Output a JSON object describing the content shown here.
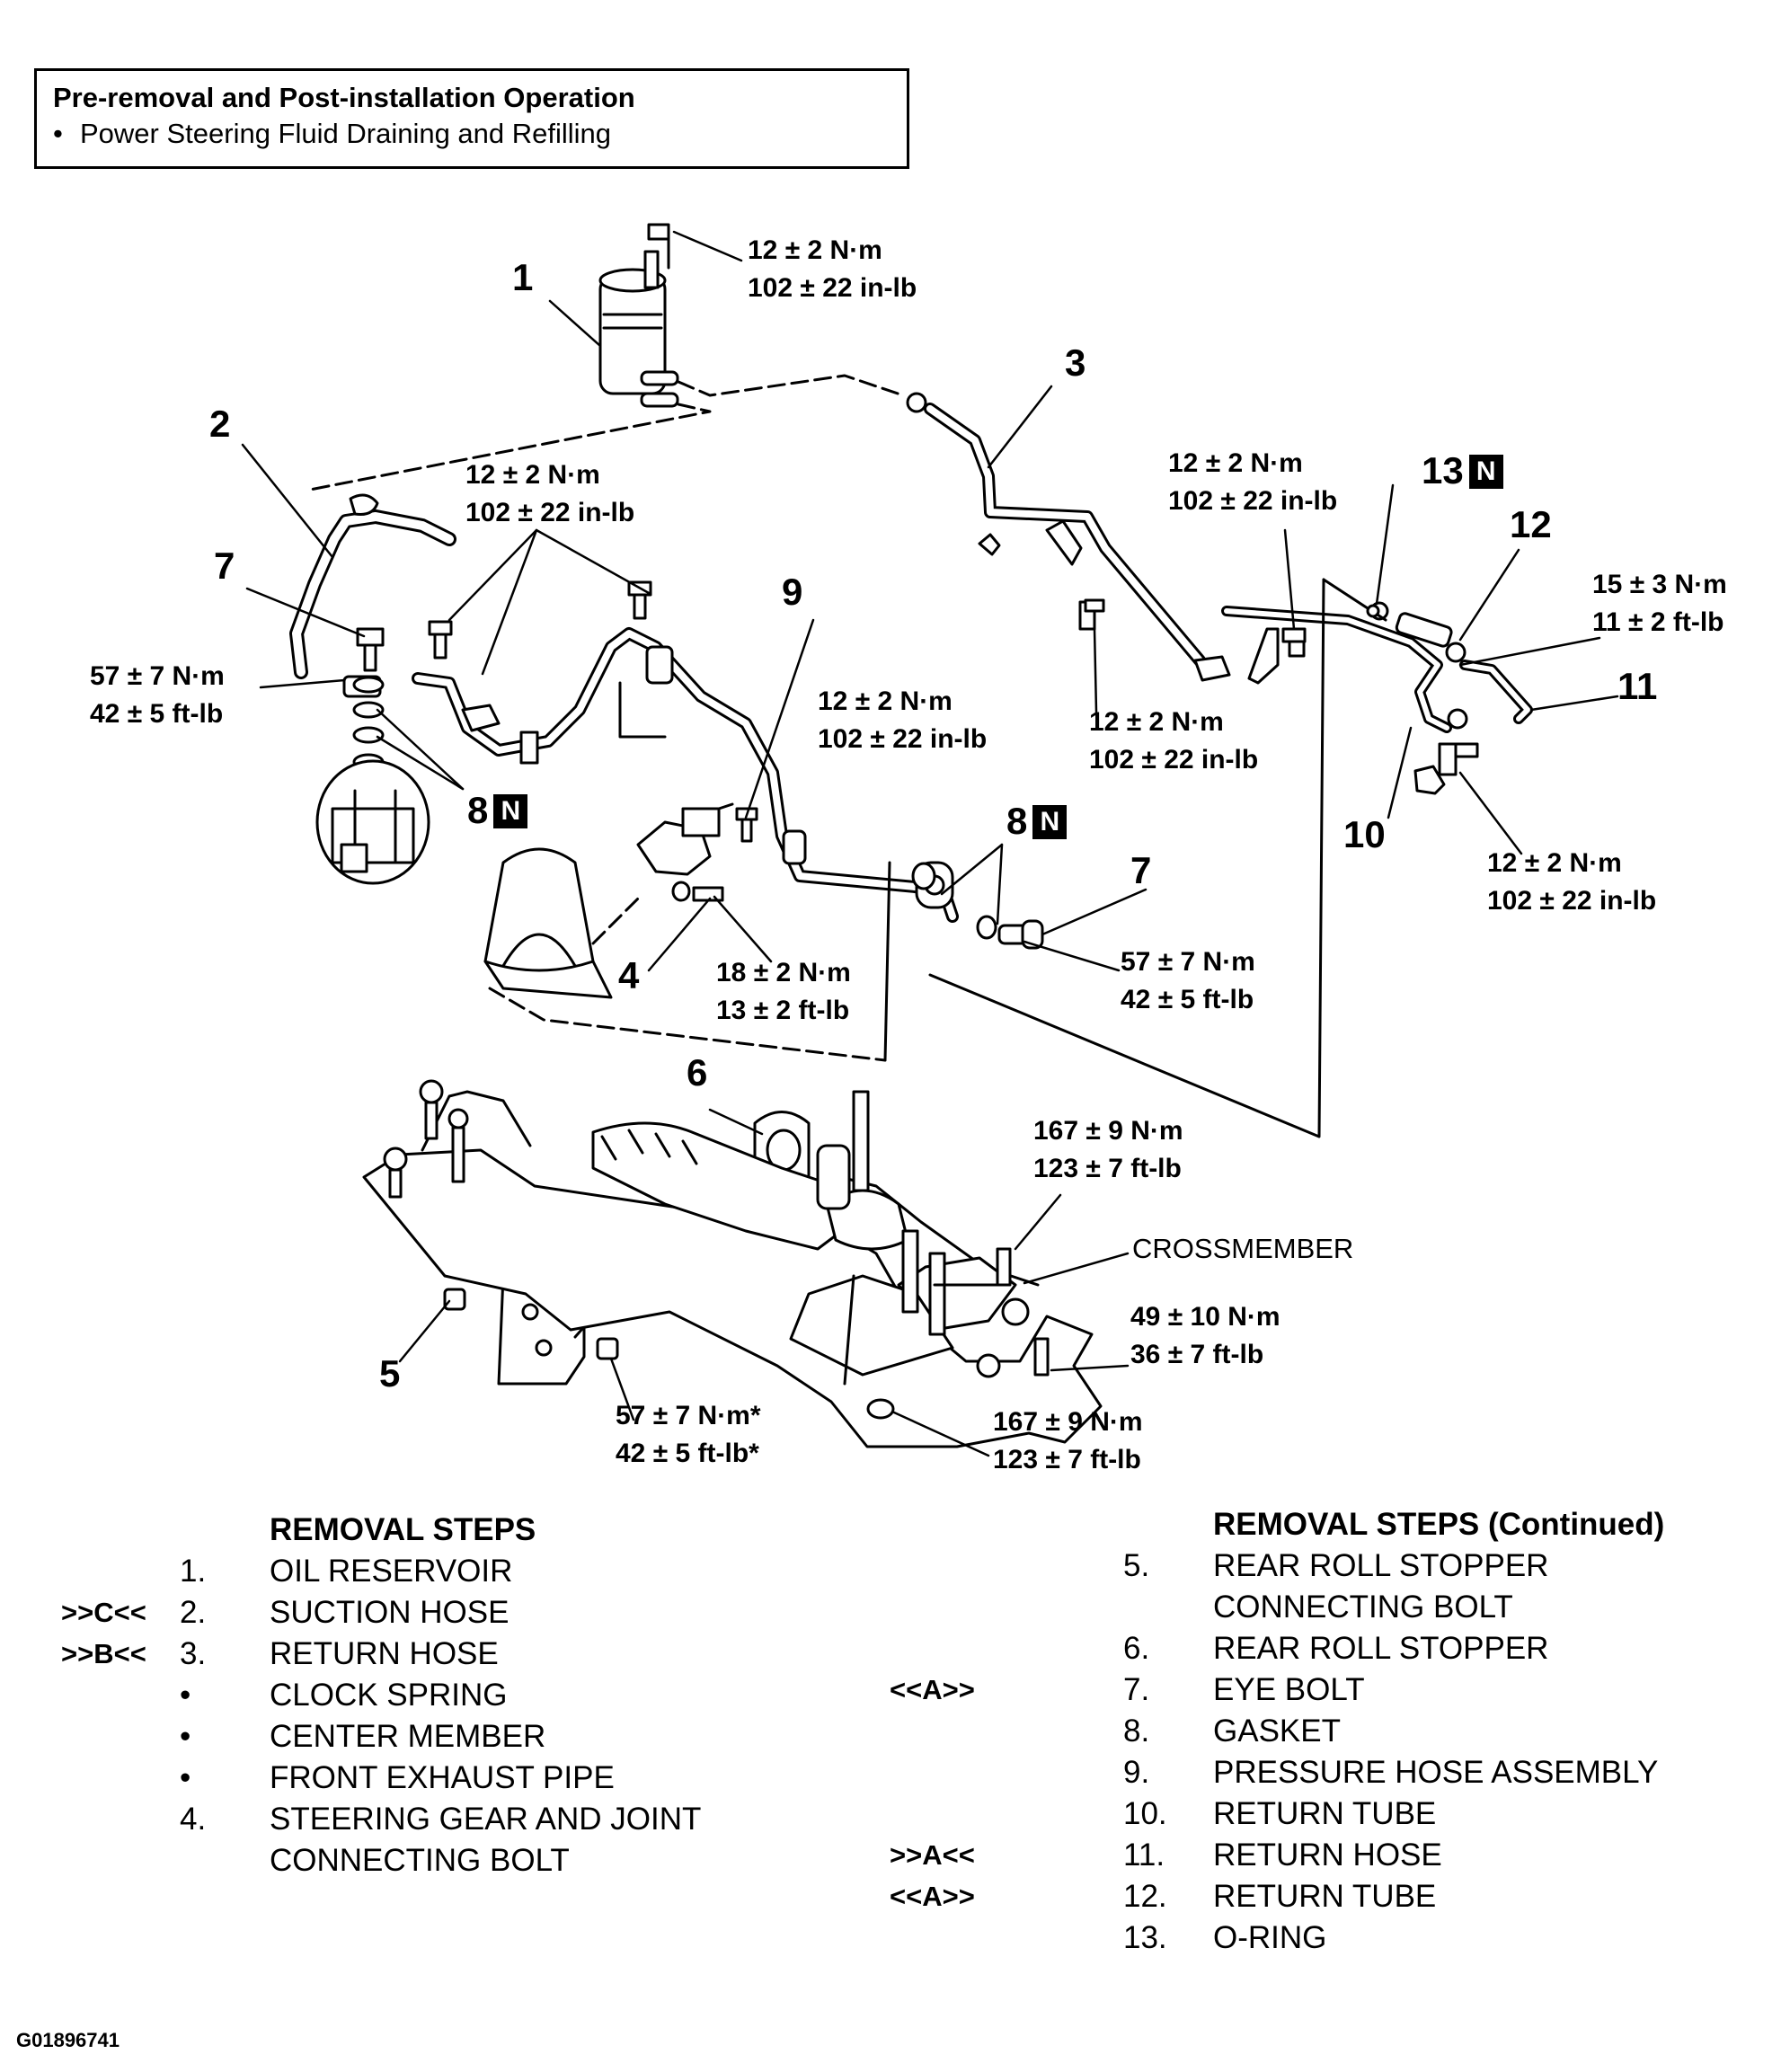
{
  "pre_operation": {
    "title": "Pre-removal and Post-installation Operation",
    "bullet": "•",
    "item": "Power Steering Fluid Draining and Refilling"
  },
  "callouts": {
    "n1": "1",
    "n2": "2",
    "n3": "3",
    "n4": "4",
    "n5": "5",
    "n6": "6",
    "n7a": "7",
    "n7b": "7",
    "n8a": "8",
    "n8b": "8",
    "n9": "9",
    "n10": "10",
    "n11": "11",
    "n12": "12",
    "n13": "13",
    "n_box": "N",
    "crossmember": "CROSSMEMBER"
  },
  "torques": {
    "t_reservoir": [
      "12 ± 2 N·m",
      "102 ± 22 in-lb"
    ],
    "t_clamp_bolts": [
      "12 ± 2 N·m",
      "102 ± 22 in-lb"
    ],
    "t_eyebolt_left": [
      "57 ± 7 N·m",
      "42 ± 5 ft-lb"
    ],
    "t_right_clamp_top": [
      "12 ± 2 N·m",
      "102 ± 22 in-lb"
    ],
    "t_return_tube": [
      "15 ± 3 N·m",
      "11 ± 2 ft-lb"
    ],
    "t_pressure_clamp": [
      "12 ± 2 N·m",
      "102 ± 22 in-lb"
    ],
    "t_mid_bracket": [
      "12 ± 2 N·m",
      "102 ± 22 in-lb"
    ],
    "t_right_bracket": [
      "12 ± 2 N·m",
      "102 ± 22 in-lb"
    ],
    "t_joint_bolt": [
      "18 ± 2 N·m",
      "13 ± 2 ft-lb"
    ],
    "t_eyebolt_right": [
      "57 ± 7 N·m",
      "42 ± 5 ft-lb"
    ],
    "t_crossmember_upper": [
      "167 ± 9 N·m",
      "123 ± 7 ft-lb"
    ],
    "t_crossmember_small": [
      "49 ± 10 N·m",
      "36 ± 7 ft-lb"
    ],
    "t_stopper": [
      "57 ± 7 N·m*",
      "42 ± 5 ft-lb*"
    ],
    "t_crossmember_lower": [
      "167 ± 9 N·m",
      "123 ± 7 ft-lb"
    ]
  },
  "removal_steps": {
    "heading": "REMOVAL STEPS",
    "items": [
      {
        "code": "",
        "num": "1.",
        "text": "OIL RESERVOIR"
      },
      {
        "code": ">>C<<",
        "num": "2.",
        "text": "SUCTION HOSE"
      },
      {
        "code": ">>B<<",
        "num": "3.",
        "text": "RETURN HOSE"
      },
      {
        "code": "",
        "num": "•",
        "text": "CLOCK SPRING"
      },
      {
        "code": "",
        "num": "•",
        "text": "CENTER MEMBER"
      },
      {
        "code": "",
        "num": "•",
        "text": "FRONT EXHAUST PIPE"
      },
      {
        "code": "",
        "num": "4.",
        "text": "STEERING GEAR AND JOINT"
      },
      {
        "code": "",
        "num": "",
        "text": "CONNECTING BOLT"
      }
    ]
  },
  "removal_steps_continued": {
    "heading": "REMOVAL STEPS (Continued)",
    "items": [
      {
        "code": "",
        "num": "5.",
        "text": "REAR ROLL STOPPER"
      },
      {
        "code": "",
        "num": "",
        "text": "CONNECTING BOLT"
      },
      {
        "code": "",
        "num": "6.",
        "text": "REAR ROLL STOPPER"
      },
      {
        "code": "<<A>>",
        "num": "7.",
        "text": "EYE BOLT"
      },
      {
        "code": "",
        "num": "8.",
        "text": "GASKET"
      },
      {
        "code": "",
        "num": "9.",
        "text": "PRESSURE HOSE ASSEMBLY"
      },
      {
        "code": "",
        "num": "10.",
        "text": "RETURN TUBE"
      },
      {
        "code": ">>A<<",
        "num": "11.",
        "text": "RETURN HOSE"
      },
      {
        "code": "<<A>>",
        "num": "12.",
        "text": "RETURN TUBE"
      },
      {
        "code": "",
        "num": "13.",
        "text": "O-RING"
      }
    ]
  },
  "figure_id": "G01896741"
}
